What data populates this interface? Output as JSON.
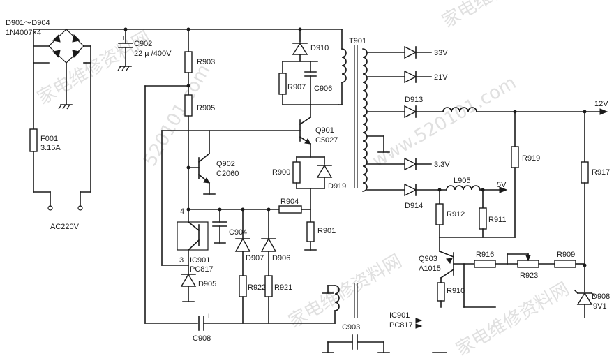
{
  "watermarks": [
    "家电维修资料网",
    "www.520101.com",
    "520101.com"
  ],
  "labels": {
    "d901_d904": "D901～D904",
    "in4007": "1N4007×4",
    "c902": "C902",
    "c902_val": "22 µ /400V",
    "f001": "F001",
    "f001_val": "3.15A",
    "ac": "AC220V",
    "r903": "R903",
    "r905": "R905",
    "d910": "D910",
    "r907": "R907",
    "c906": "C906",
    "t901": "T901",
    "q901": "Q901",
    "c5027": "C5027",
    "q902": "Q902",
    "c2060": "C2060",
    "r900": "R900",
    "d919": "D919",
    "r904": "R904",
    "r901": "R901",
    "c904": "C904",
    "d907": "D907",
    "d906": "D906",
    "ic901": "IC901",
    "pc817": "PC817",
    "pin4": "4",
    "pin3": "3",
    "d905": "D905",
    "r922": "R922",
    "r921": "R921",
    "c908": "C908",
    "c903": "C903",
    "v33": "33V",
    "v21": "21V",
    "d913": "D913",
    "v12": "12V",
    "v3_3": "3.3V",
    "l905": "L905",
    "v5": "5V",
    "d914": "D914",
    "r919": "R919",
    "r917": "R917",
    "r912": "R912",
    "r911": "R911",
    "q903": "Q903",
    "a1015": "A1015",
    "r916": "R916",
    "r923": "R923",
    "r909": "R909",
    "r910": "R910",
    "d908": "D908",
    "d908_val": "9V1",
    "ic901b": "IC901",
    "pc817b": "PC817"
  }
}
